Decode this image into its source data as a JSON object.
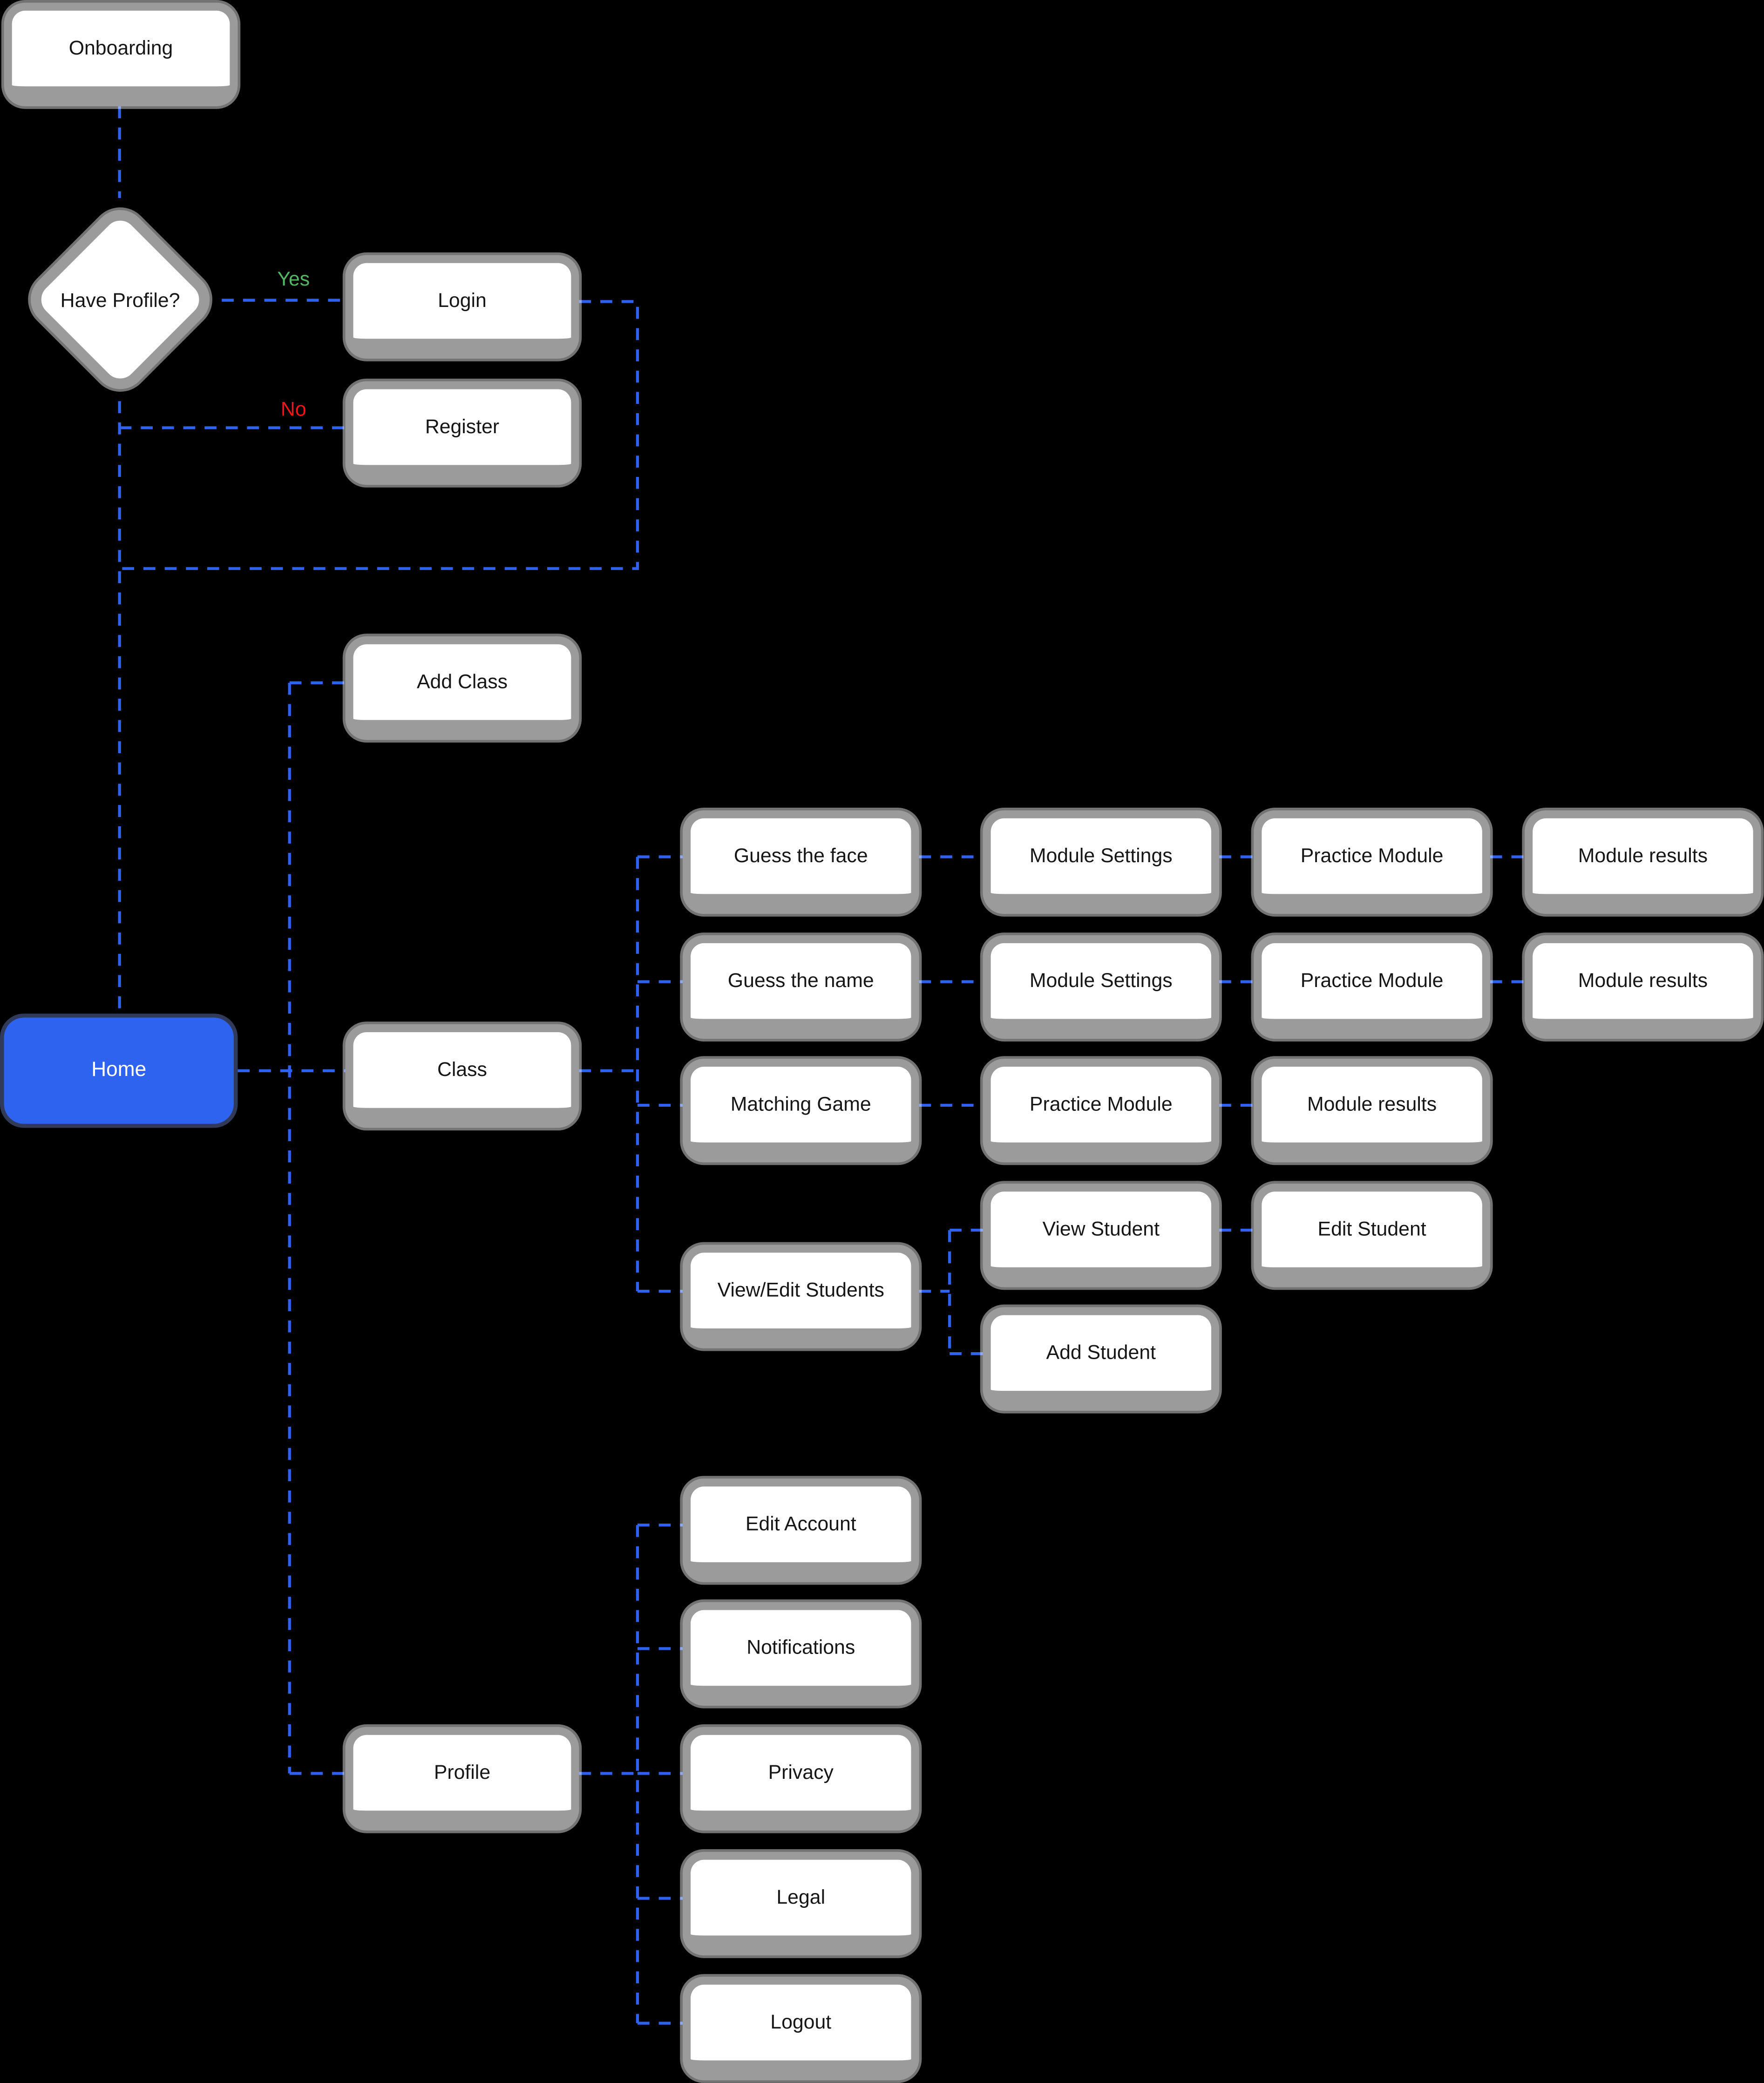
{
  "colors": {
    "background": "#000000",
    "edge": "#2F62EE",
    "yes_label": "#54B763",
    "no_label": "#F01616",
    "node_border": "#9B9B9B",
    "node_fill": "#FFFFFF",
    "node_text": "#161616",
    "home_fill": "#2E63F0",
    "home_text": "#FFFFFF"
  },
  "nodes": {
    "onboarding": "Onboarding",
    "have_profile": "Have Profile?",
    "login": "Login",
    "register": "Register",
    "home": "Home",
    "add_class": "Add Class",
    "class": "Class",
    "guess_the_face": "Guess the face",
    "guess_the_name": "Guess the name",
    "matching_game": "Matching Game",
    "view_edit_students": "View/Edit Students",
    "module_settings_1": "Module Settings",
    "practice_module_1": "Practice Module",
    "module_results_1": "Module results",
    "module_settings_2": "Module Settings",
    "practice_module_2": "Practice Module",
    "module_results_2": "Module results",
    "practice_module_3": "Practice Module",
    "module_results_3": "Module results",
    "view_student": "View Student",
    "edit_student": "Edit Student",
    "add_student": "Add Student",
    "profile": "Profile",
    "edit_account": "Edit Account",
    "notifications": "Notifications",
    "privacy": "Privacy",
    "legal": "Legal",
    "logout": "Logout"
  },
  "edge_labels": {
    "yes": "Yes",
    "no": "No"
  }
}
